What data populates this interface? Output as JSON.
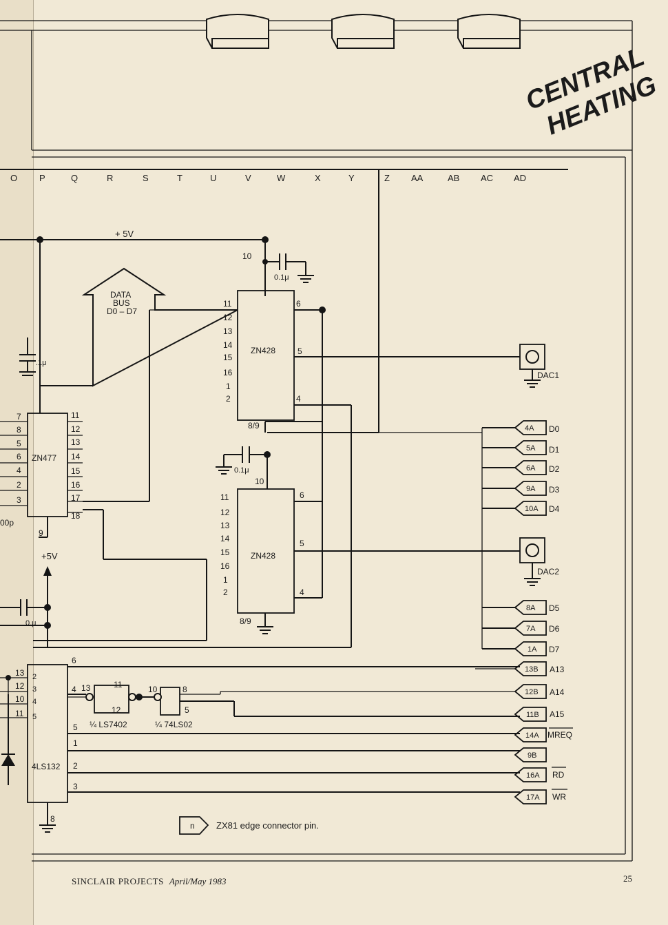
{
  "header": {
    "title_line1": "CENTRAL",
    "title_line2": "HEATING"
  },
  "bus_pins": [
    "O",
    "P",
    "Q",
    "R",
    "S",
    "T",
    "U",
    "V",
    "W",
    "X",
    "Y",
    "Z",
    "AA",
    "AB",
    "AC",
    "AD"
  ],
  "power": {
    "top_label": "+ 5V",
    "lower_label": "+5V"
  },
  "data_bus": {
    "line1": "DATA",
    "line2": "BUS",
    "line3": "D0 – D7"
  },
  "chips": {
    "dac_top": {
      "name": "ZN428",
      "pins_left": [
        "11",
        "12",
        "13",
        "14",
        "15",
        "16",
        "1",
        "2"
      ],
      "pin_out": "6",
      "pin_ref": "5",
      "pin_gnd": "4",
      "pin_bottom": "8/9"
    },
    "dac_bottom": {
      "name": "ZN428",
      "pins_left": [
        "11",
        "12",
        "13",
        "14",
        "15",
        "16",
        "1",
        "2"
      ],
      "pin_out": "6",
      "pin_ref": "5",
      "pin_gnd": "4",
      "pin_bottom": "8/9",
      "pin_top": "10"
    },
    "zn477": {
      "name": "ZN477",
      "pins_left": [
        "7",
        "8",
        "5",
        "6",
        "4",
        "2",
        "3"
      ],
      "pins_right": [
        "11",
        "12",
        "13",
        "14",
        "15",
        "16",
        "17",
        "18"
      ],
      "pin_bottom": "9"
    },
    "ls132": {
      "name": "4LS132",
      "pins_left_outer": [
        "13",
        "12",
        "10",
        "11"
      ],
      "pins_left_inner": [
        "2",
        "3",
        "4",
        "5"
      ],
      "pins_right": [
        "6",
        "4",
        "5",
        "1",
        "2",
        "3"
      ],
      "pin_bottom": "8"
    },
    "gate_nor": {
      "name": "¼ LS7402",
      "pin_in_a": "13",
      "pin_in_b": "11",
      "pin_out": "12"
    },
    "gate_nand": {
      "name": "¼ 74LS02",
      "pin_in_a": "10",
      "pin_in_b": "8",
      "pin_out": "5"
    }
  },
  "capacitors": {
    "top_label": "0.1μ",
    "top_pin": "10",
    "mid_label": "0.1μ",
    "mid_pin": "10",
    "left_label": ".1μ",
    "lower_left_label": "0.μ",
    "zn477_cap_label": "00p"
  },
  "outputs": {
    "dac1": "DAC1",
    "dac2": "DAC2"
  },
  "connector_pins": [
    {
      "pin": "4A",
      "signal": "D0"
    },
    {
      "pin": "5A",
      "signal": "D1"
    },
    {
      "pin": "6A",
      "signal": "D2"
    },
    {
      "pin": "9A",
      "signal": "D3"
    },
    {
      "pin": "10A",
      "signal": "D4"
    },
    {
      "pin": "8A",
      "signal": "D5"
    },
    {
      "pin": "7A",
      "signal": "D6"
    },
    {
      "pin": "1A",
      "signal": "D7"
    },
    {
      "pin": "13B",
      "signal": "A13"
    },
    {
      "pin": "12B",
      "signal": "A14"
    },
    {
      "pin": "11B",
      "signal": "A15"
    },
    {
      "pin": "14A",
      "signal": "MREQ"
    },
    {
      "pin": "9B",
      "signal": ""
    },
    {
      "pin": "16A",
      "signal": "RD"
    },
    {
      "pin": "17A",
      "signal": "WR"
    }
  ],
  "legend": {
    "symbol": "n",
    "text": "ZX81 edge connector pin."
  },
  "footer": {
    "publication": "SINCLAIR PROJECTS",
    "date": "April/May 1983",
    "page_number": "25"
  },
  "colors": {
    "paper": "#f1e9d6",
    "ink": "#151515"
  }
}
